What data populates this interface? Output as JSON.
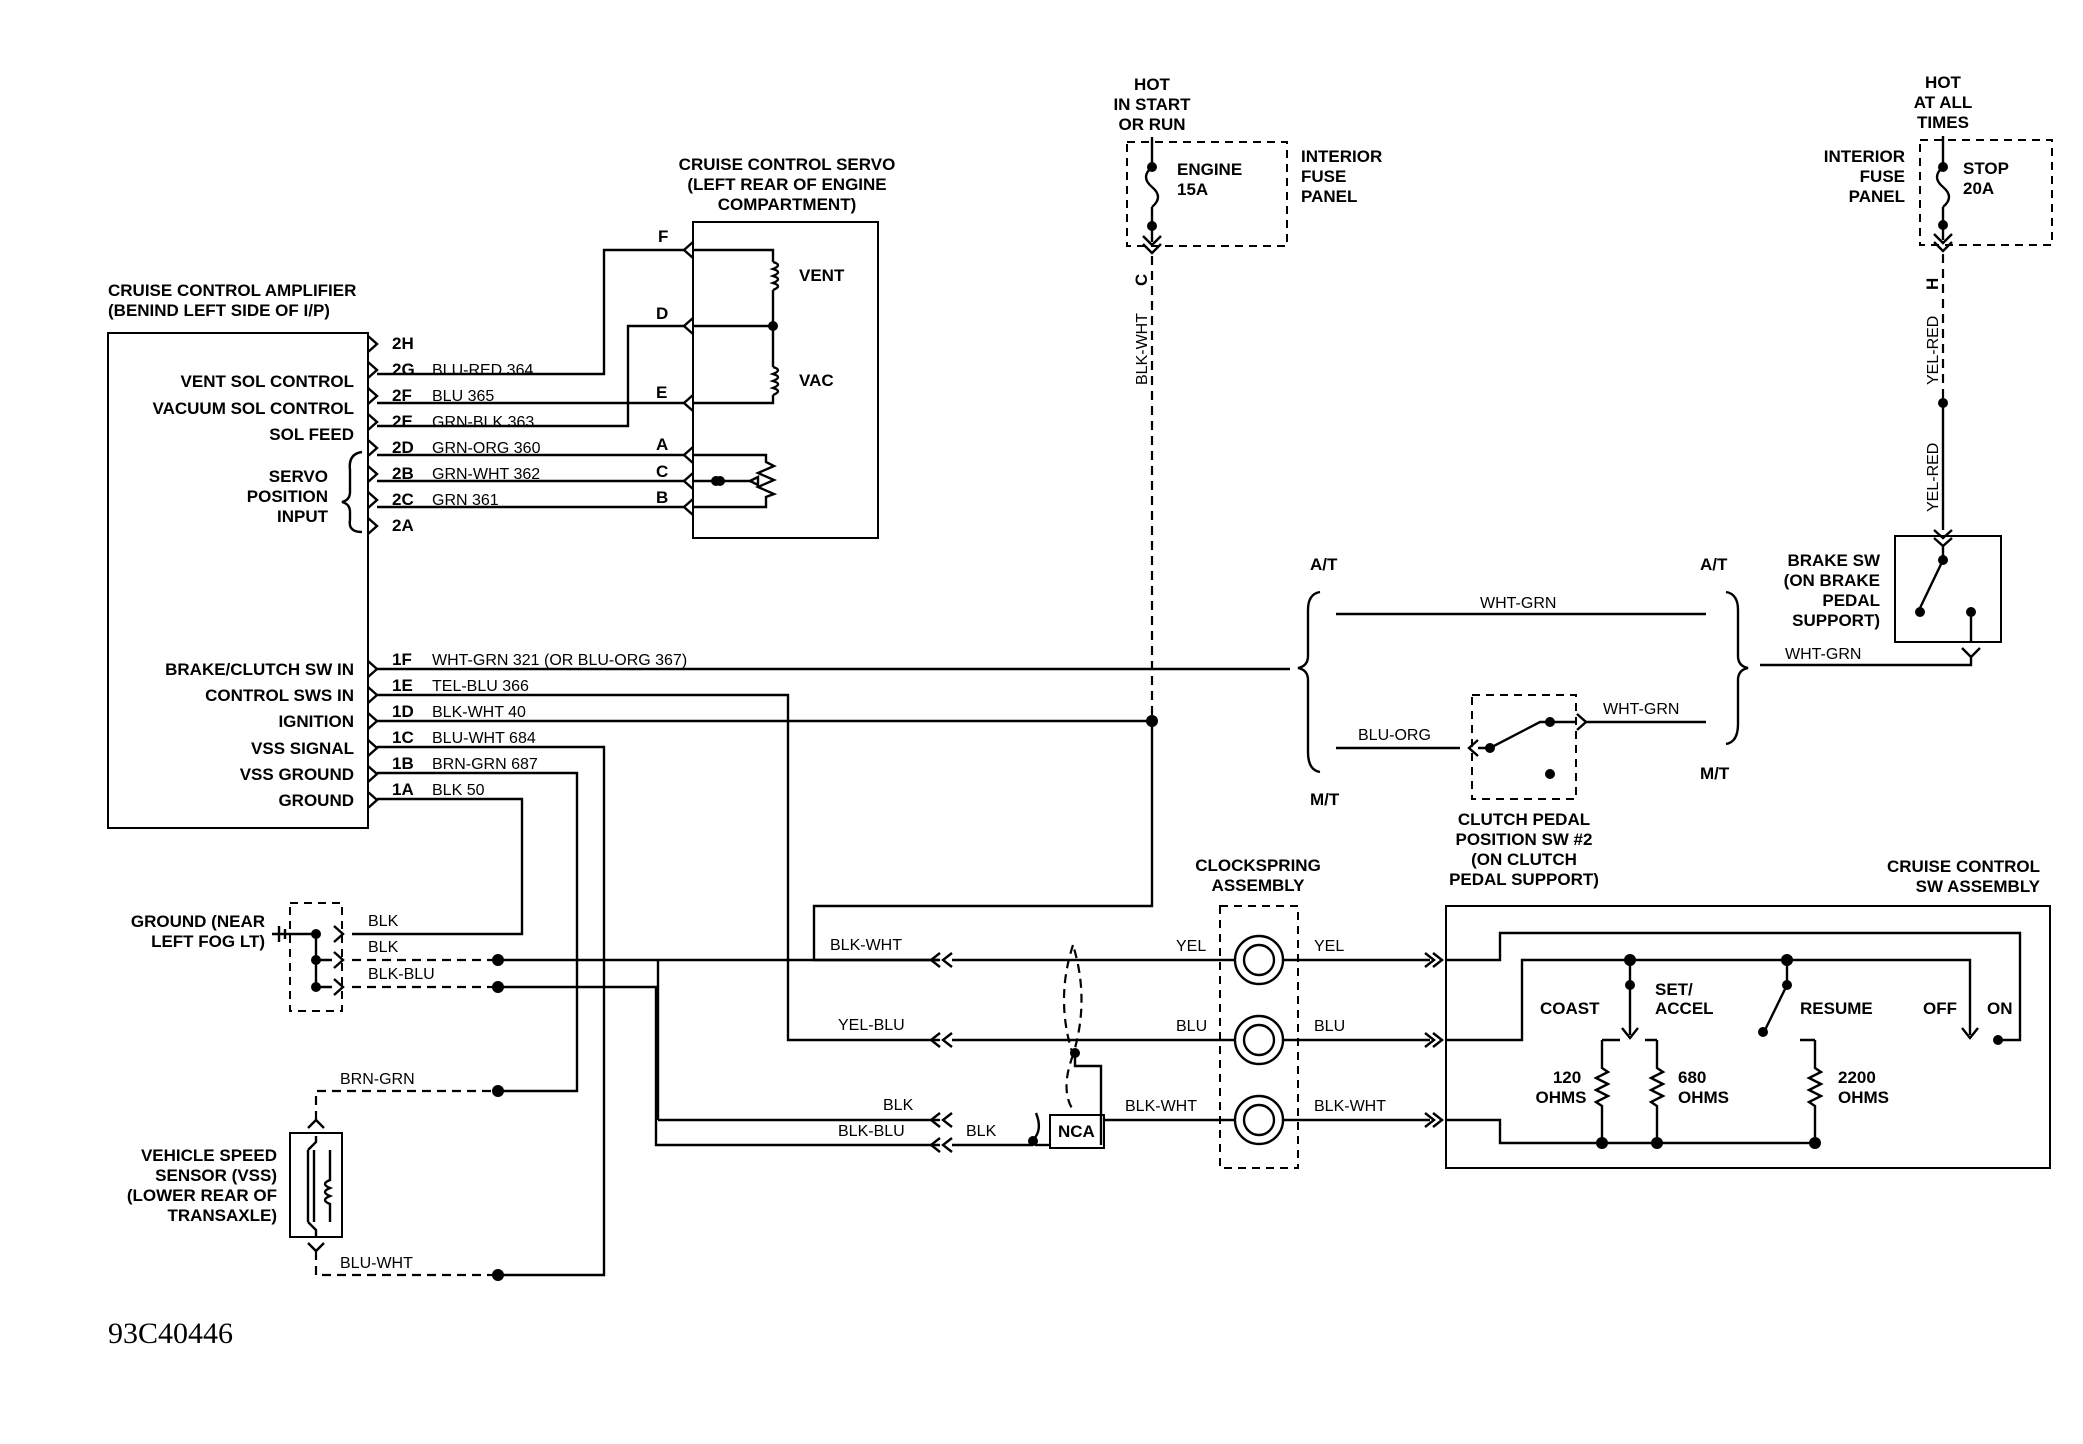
{
  "amplifier": {
    "title": [
      "CRUISE CONTROL AMPLIFIER",
      "(BENIND LEFT SIDE OF I/P)"
    ],
    "labels": [
      "VENT SOL CONTROL",
      "VACUUM SOL CONTROL",
      "SOL FEED",
      "SERVO",
      "POSITION",
      "INPUT",
      "BRAKE/CLUTCH SW IN",
      "CONTROL SWS IN",
      "IGNITION",
      "VSS SIGNAL",
      "VSS GROUND",
      "GROUND"
    ],
    "pins": [
      "2H",
      "2G",
      "2F",
      "2E",
      "2D",
      "2B",
      "2C",
      "2A",
      "1F",
      "1E",
      "1D",
      "1C",
      "1B",
      "1A"
    ],
    "wires": [
      "BLU-RED 364",
      "BLU 365",
      "GRN-BLK 363",
      "GRN-ORG 360",
      "GRN-WHT 362",
      "GRN 361",
      "WHT-GRN 321 (OR BLU-ORG 367)",
      "TEL-BLU 366",
      "BLK-WHT 40",
      "BLU-WHT 684",
      "BRN-GRN 687",
      "BLK 50"
    ]
  },
  "servo": {
    "title": [
      "CRUISE CONTROL SERVO",
      "(LEFT REAR OF ENGINE",
      "COMPARTMENT)"
    ],
    "pins": [
      "F",
      "D",
      "E",
      "A",
      "C",
      "B"
    ],
    "coils": [
      "VENT",
      "VAC"
    ]
  },
  "fuse_engine": {
    "hot": [
      "HOT",
      "IN START",
      "OR RUN"
    ],
    "fuse": [
      "ENGINE",
      "15A"
    ],
    "panel": [
      "INTERIOR",
      "FUSE",
      "PANEL"
    ],
    "pin": "C",
    "wire": "BLK-WHT"
  },
  "fuse_stop": {
    "hot": [
      "HOT",
      "AT ALL",
      "TIMES"
    ],
    "fuse": [
      "STOP",
      "20A"
    ],
    "panel": [
      "INTERIOR",
      "FUSE",
      "PANEL"
    ],
    "pin": "H",
    "wire": "YEL-RED"
  },
  "brake_sw": {
    "title": [
      "BRAKE SW",
      "(ON BRAKE",
      "PEDAL",
      "SUPPORT)"
    ],
    "wire": "WHT-GRN"
  },
  "trans": {
    "at": "A/T",
    "mt": "M/T",
    "wire_at": "WHT-GRN",
    "wire_mt_in": "BLU-ORG",
    "wire_mt_out": "WHT-GRN"
  },
  "clutch_sw": {
    "title": [
      "CLUTCH PEDAL",
      "POSITION SW #2",
      "(ON CLUTCH",
      "PEDAL SUPPORT)"
    ]
  },
  "clockspring": {
    "title": [
      "CLOCKSPRING",
      "ASSEMBLY"
    ],
    "wires_left": [
      "YEL",
      "BLU",
      "BLK-WHT"
    ],
    "wires_right": [
      "YEL",
      "BLU",
      "BLK-WHT"
    ]
  },
  "cruise_sw": {
    "title": [
      "CRUISE CONTROL",
      "SW ASSEMBLY"
    ],
    "labels": [
      "COAST",
      "SET/",
      "ACCEL",
      "RESUME",
      "OFF",
      "ON"
    ],
    "resistors": [
      [
        "120",
        "OHMS"
      ],
      [
        "680",
        "OHMS"
      ],
      [
        "2200",
        "OHMS"
      ]
    ]
  },
  "ground": {
    "title": [
      "GROUND (NEAR",
      "LEFT FOG LT)"
    ],
    "wires": [
      "BLK",
      "BLK",
      "BLK-BLU"
    ]
  },
  "vss": {
    "title": [
      "VEHICLE SPEED",
      "SENSOR (VSS)",
      "(LOWER REAR OF",
      "TRANSAXLE)"
    ],
    "wires": [
      "BRN-GRN",
      "BLU-WHT"
    ]
  },
  "harness": {
    "wires": [
      "BLK-WHT",
      "YEL-BLU",
      "BLK",
      "BLK-BLU",
      "BLK"
    ],
    "connector": "NCA"
  },
  "figure_id": "93C40446"
}
